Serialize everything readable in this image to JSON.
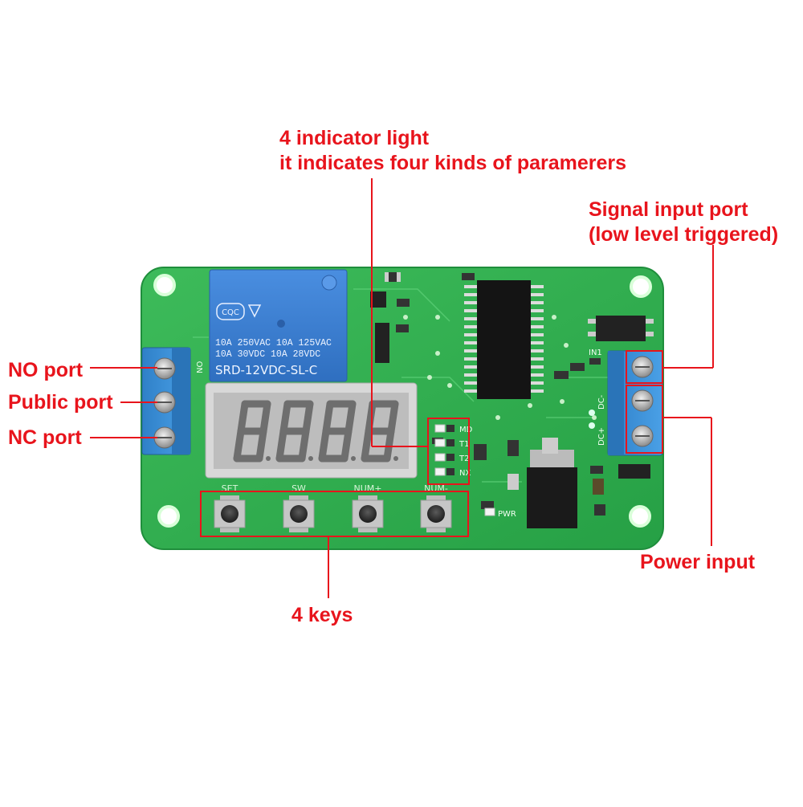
{
  "callouts": {
    "indicator_line1": "4 indicator light",
    "indicator_line2": "it indicates four kinds of paramerers",
    "signal_line1": "Signal input port",
    "signal_line2": "(low level triggered)",
    "no_port": "NO port",
    "public_port": "Public port",
    "nc_port": "NC port",
    "power_input": "Power input",
    "keys": "4 keys"
  },
  "board": {
    "relay_rating_1": "10A 250VAC  10A 125VAC",
    "relay_rating_2": "10A  30VDC  10A  28VDC",
    "relay_model": "SRD-12VDC-SL-C",
    "relay_brand": "CQC",
    "terminal_no_label": "NO",
    "in1_label": "IN1",
    "dc_minus_label": "DC-",
    "dc_plus_label": "DC+",
    "led_labels": [
      "MD",
      "T1",
      "T2",
      "NX"
    ],
    "pwr_label": "PWR",
    "key_labels": [
      "SET",
      "SW",
      "NUM+",
      "NUM-"
    ]
  },
  "colors": {
    "accent": "#e8141c",
    "pcb": "#2fb04e",
    "terminal": "#3a8fd6",
    "relay": "#3b7fd0"
  }
}
